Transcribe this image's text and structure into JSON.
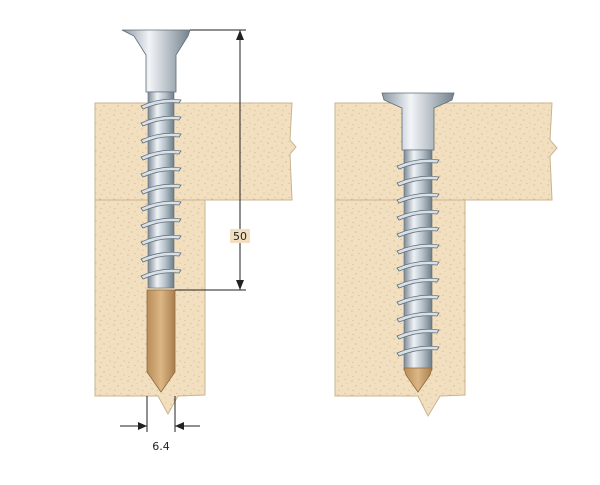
{
  "diagram": {
    "dimension_length_label": "50",
    "dimension_diameter_label": "6.4"
  },
  "colors": {
    "background": "#ffffff",
    "masonry_fill": "#f2dfbf",
    "masonry_speckle": "#c9a878",
    "masonry_edge": "#c9b48f",
    "drill_hole": "#c9a06a",
    "screw_light": "#e6ecf1",
    "screw_mid": "#a9b6c1",
    "screw_dark": "#6e7c88",
    "dimension_line": "#222222"
  },
  "icons": [
    "concrete-screw-installed",
    "drilled-hole-icon",
    "concrete-screw-tightened"
  ]
}
